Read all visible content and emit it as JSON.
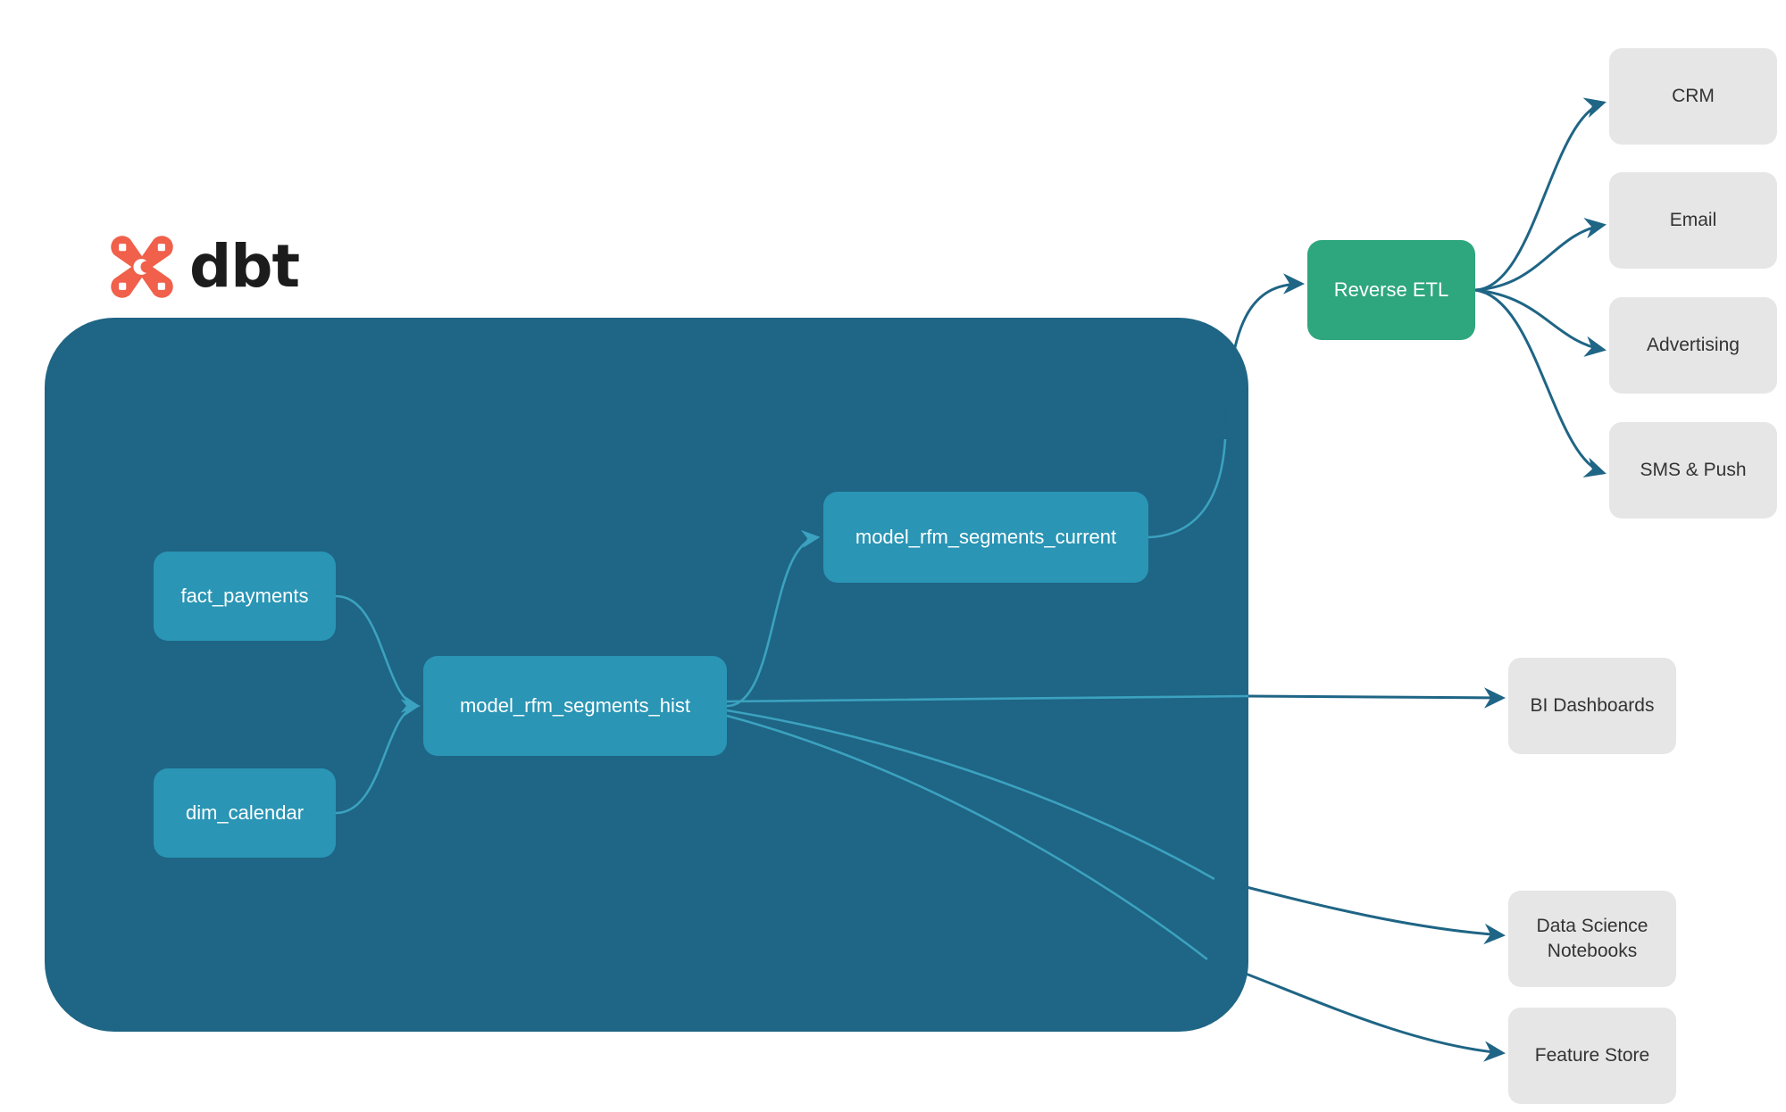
{
  "logo": {
    "name": "dbt-logo",
    "wordmark": "dbt",
    "mark_color": "#f0604a",
    "wordmark_color": "#1c1c1c"
  },
  "warehouse": {
    "name": "warehouse-panel",
    "background_color": "#1f6585",
    "models": [
      {
        "id": "fact-payments",
        "label": "fact_payments"
      },
      {
        "id": "dim-calendar",
        "label": "dim_calendar"
      },
      {
        "id": "rfm-hist",
        "label": "model_rfm_segments_hist"
      },
      {
        "id": "rfm-current",
        "label": "model_rfm_segments_current"
      }
    ],
    "model_color": "#2a95b5",
    "model_text_color": "#ffffff"
  },
  "activation": {
    "reverse_etl": {
      "id": "reverse-etl",
      "label": "Reverse ETL",
      "color": "#2ea67e"
    },
    "destinations": [
      {
        "id": "crm",
        "label": "CRM"
      },
      {
        "id": "email",
        "label": "Email"
      },
      {
        "id": "advertising",
        "label": "Advertising"
      },
      {
        "id": "sms-push",
        "label": "SMS & Push"
      }
    ]
  },
  "consumers": [
    {
      "id": "bi-dashboards",
      "label": "BI Dashboards"
    },
    {
      "id": "ds-notebooks",
      "label": "Data Science\nNotebooks",
      "line1": "Data Science",
      "line2": "Notebooks"
    },
    {
      "id": "feature-store",
      "label": "Feature Store"
    }
  ],
  "style": {
    "destination_color": "#e6e6e6",
    "destination_text_color": "#333333",
    "edge_color_outer": "#1f6585",
    "edge_color_inner": "#3ba2bf"
  }
}
